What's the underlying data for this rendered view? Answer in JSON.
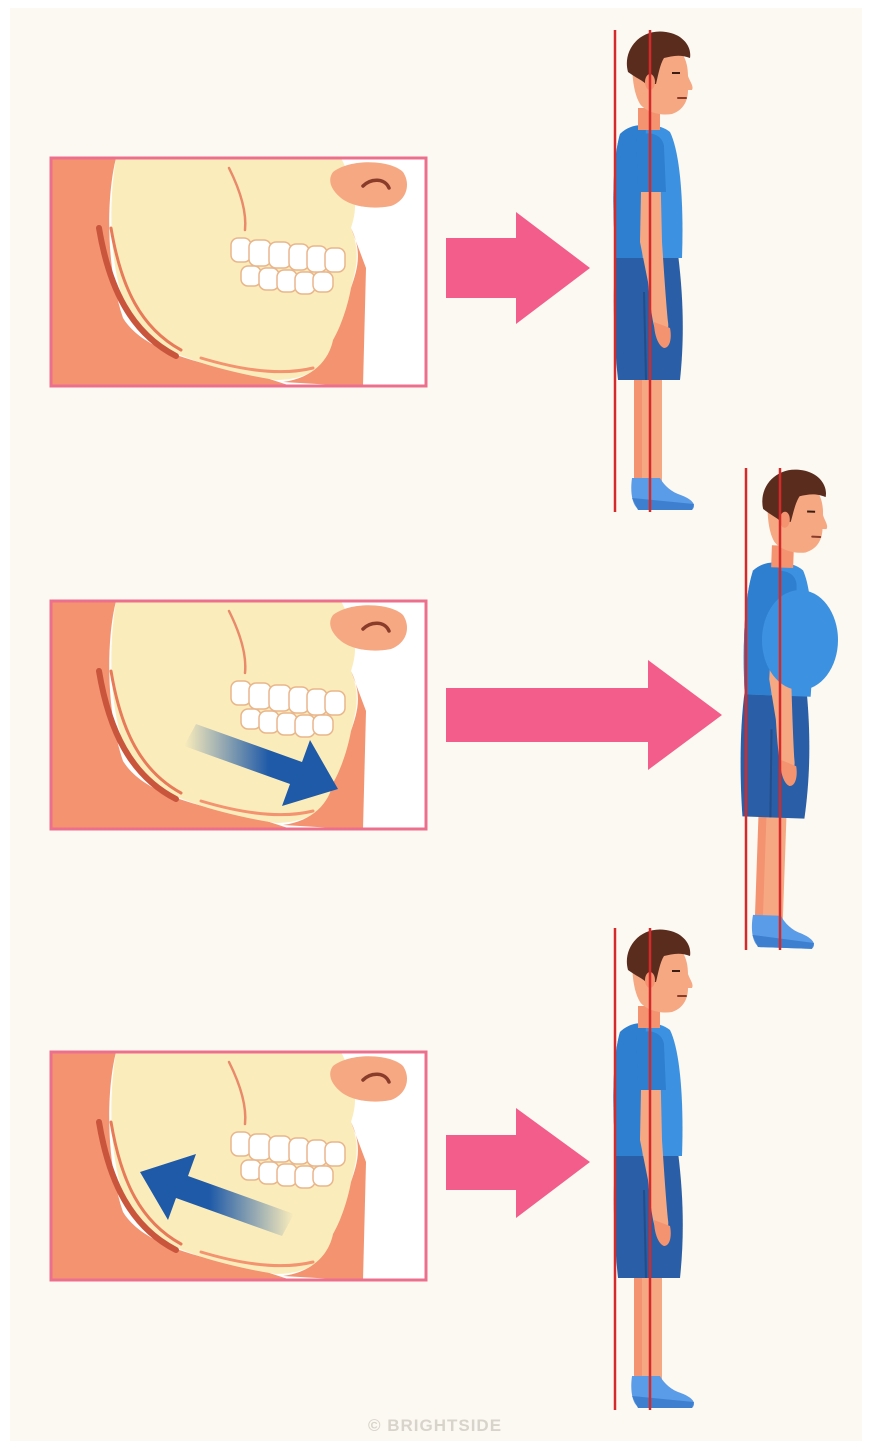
{
  "watermark": "© BRIGHTSIDE",
  "colors": {
    "background": "#fcf9f2",
    "panel_border": "#ec6f8d",
    "skin_dark": "#f39370",
    "skin_light": "#fbedbb",
    "nose": "#f6a883",
    "tooth": "#ffffff",
    "pink_arrow": "#f25d8b",
    "blue_arrow": "#1f5aa8",
    "shirt": "#3c92e0",
    "shorts": "#2a5ea6",
    "shoes": "#5b9ce8",
    "hair": "#5a2c1e",
    "posture_line": "#d42a2a"
  },
  "rows": [
    {
      "name": "normal-bite",
      "jaw_arrow": "none",
      "posture": "upright"
    },
    {
      "name": "lower-jaw-forward",
      "jaw_arrow": "forward",
      "posture": "leaning-back"
    },
    {
      "name": "lower-jaw-backward",
      "jaw_arrow": "backward",
      "posture": "upright"
    }
  ]
}
